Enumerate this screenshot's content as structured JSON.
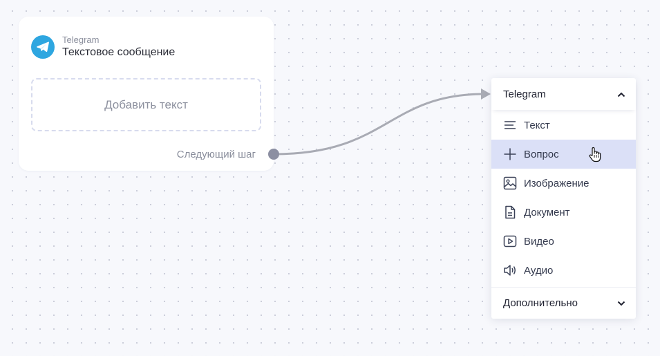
{
  "node": {
    "channel": "Telegram",
    "title": "Текстовое сообщение",
    "add_text_label": "Добавить текст",
    "next_step_label": "Следующий шаг",
    "icon": "telegram-icon"
  },
  "menu": {
    "top_section": {
      "label": "Telegram",
      "icon": "chevron-up-icon",
      "expanded": true
    },
    "items": [
      {
        "label": "Текст",
        "icon": "text-lines-icon"
      },
      {
        "label": "Вопрос",
        "icon": "plus-icon",
        "hovered": true
      },
      {
        "label": "Изображение",
        "icon": "image-icon"
      },
      {
        "label": "Документ",
        "icon": "document-icon"
      },
      {
        "label": "Видео",
        "icon": "video-icon"
      },
      {
        "label": "Аудио",
        "icon": "audio-icon"
      }
    ],
    "bottom_section": {
      "label": "Дополнительно",
      "icon": "chevron-down-icon",
      "expanded": false
    }
  },
  "colors": {
    "telegram_blue": "#2ea6e0",
    "hover_bg": "#dbe0f7",
    "connector": "#a9abb4",
    "handle": "#8c8fa2"
  }
}
